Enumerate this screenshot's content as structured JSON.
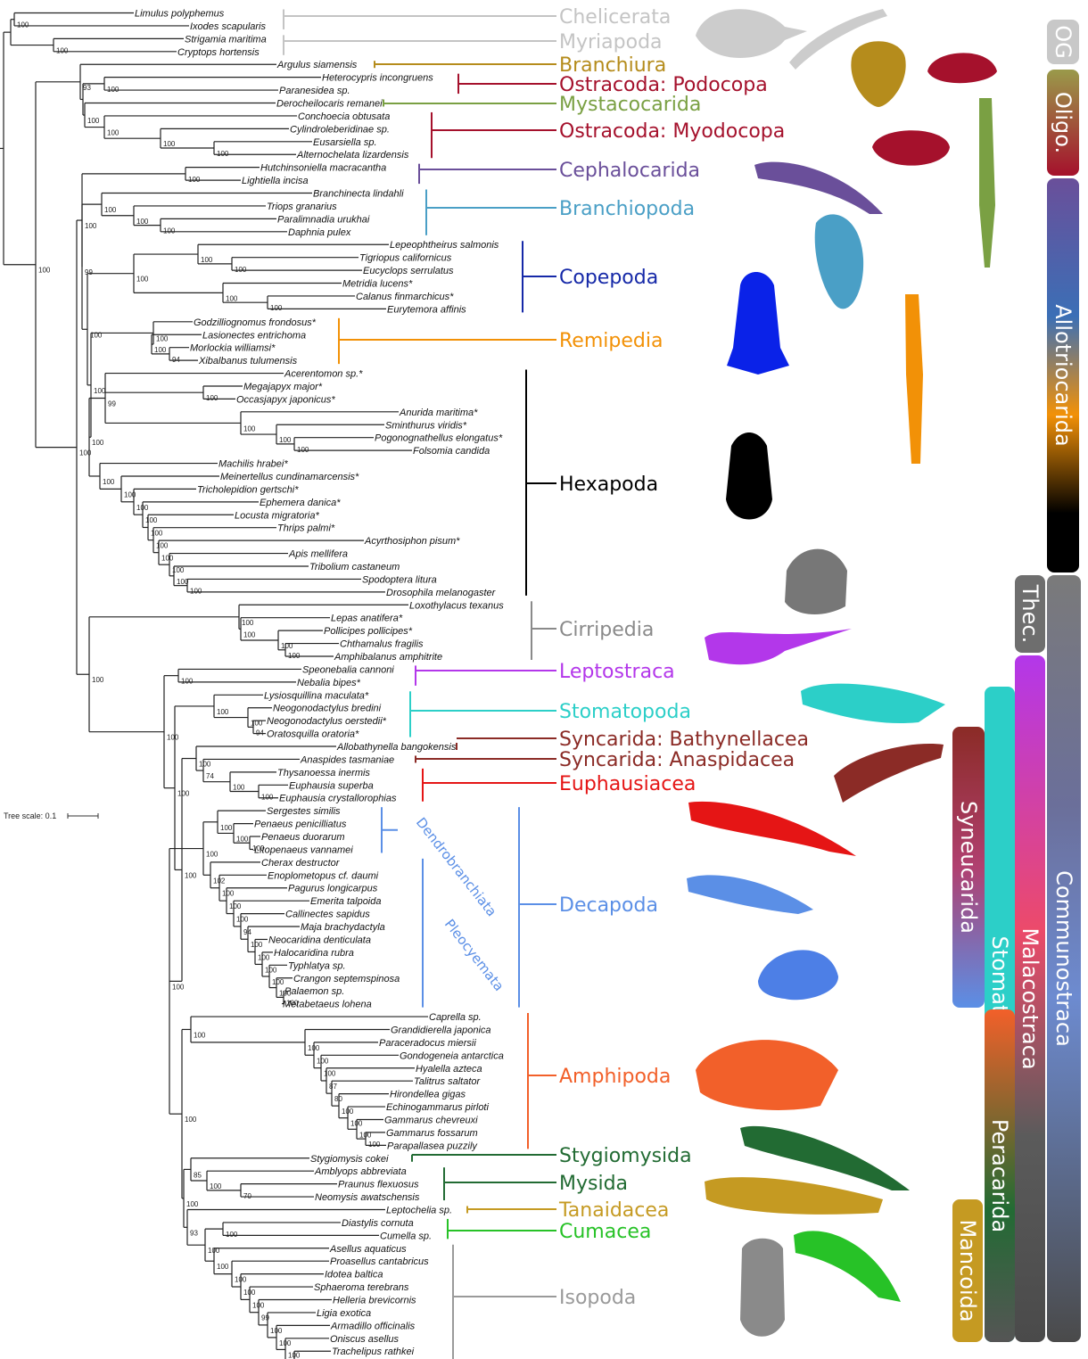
{
  "tree_scale_label": "Tree scale: 0.1",
  "taxa": [
    "Limulus polyphemus",
    "Ixodes scapularis",
    "Strigamia maritima",
    "Cryptops hortensis",
    "Argulus siamensis",
    "Heterocypris incongruens",
    "Paranesidea sp.",
    "Derocheilocaris remanei",
    "Conchoecia obtusata",
    "Cylindroleberidinae sp.",
    "Eusarsiella sp.",
    "Alternochelata lizardensis",
    "Hutchinsoniella macracantha",
    "Lightiella incisa",
    "Branchinecta lindahli",
    "Triops granarius",
    "Paralimnadia urukhai",
    "Daphnia pulex",
    "Lepeophtheirus salmonis",
    "Tigriopus californicus",
    "Eucyclops serrulatus",
    "Metridia lucens*",
    "Calanus finmarchicus*",
    "Eurytemora affinis",
    "Godzilliognomus frondosus*",
    "Lasionectes entrichoma",
    "Morlockia williamsi*",
    "Xibalbanus tulumensis",
    "Acerentomon sp.*",
    "Megajapyx major*",
    "Occasjapyx japonicus*",
    "Anurida maritima*",
    "Sminthurus viridis*",
    "Pogonognathellus elongatus*",
    "Folsomia candida",
    "Machilis hrabei*",
    "Meinertellus cundinamarcensis*",
    "Tricholepidion gertschi*",
    "Ephemera danica*",
    "Locusta migratoria*",
    "Thrips palmi*",
    "Acyrthosiphon pisum*",
    "Apis mellifera",
    "Tribolium castaneum",
    "Spodoptera litura",
    "Drosophila melanogaster",
    "Loxothylacus texanus",
    "Lepas anatifera*",
    "Pollicipes pollicipes*",
    "Chthamalus fragilis",
    "Amphibalanus amphitrite",
    "Speonebalia cannoni",
    "Nebalia bipes*",
    "Lysiosquillina maculata*",
    "Neogonodactylus bredini",
    "Neogonodactylus oerstedii*",
    "Oratosquilla oratoria*",
    "Allobathynella bangokensis",
    "Anaspides tasmaniae",
    "Thysanoessa inermis",
    "Euphausia superba",
    "Euphausia crystallorophias",
    "Sergestes similis",
    "Penaeus penicilliatus",
    "Penaeus duorarum",
    "Litopenaeus vannamei",
    "Cherax destructor",
    "Enoplometopus cf. daumi",
    "Pagurus longicarpus",
    "Emerita talpoida",
    "Callinectes sapidus",
    "Maja brachydactyla",
    "Neocaridina denticulata",
    "Halocaridina rubra",
    "Typhlatya sp.",
    "Crangon septemspinosa",
    "Palaemon sp.",
    "Metabetaeus lohena",
    "Caprella sp.",
    "Grandidierella japonica",
    "Paraceradocus miersii",
    "Gondogeneia antarctica",
    "Hyalella azteca",
    "Talitrus saltator",
    "Hirondellea gigas",
    "Echinogammarus pirloti",
    "Gammarus chevreuxi",
    "Gammarus fossarum",
    "Parapallasea puzzily",
    "Stygiomysis cokei",
    "Amblyops abbreviata",
    "Praunus flexuosus",
    "Neomysis awatschensis",
    "Leptochelia sp.",
    "Diastylis cornuta",
    "Cumella sp.",
    "Asellus aquaticus",
    "Proasellus cantabricus",
    "Idotea baltica",
    "Sphaeroma terebrans",
    "Helleria brevicornis",
    "Ligia exotica",
    "Armadillo officinalis",
    "Oniscus asellus",
    "Trachelipus rathkei"
  ],
  "clades": [
    {
      "name": "Chelicerata",
      "color": "#c4c4c4",
      "first": 0,
      "last": 1
    },
    {
      "name": "Myriapoda",
      "color": "#c4c4c4",
      "first": 2,
      "last": 3
    },
    {
      "name": "Branchiura",
      "color": "#b58c1c",
      "first": 4,
      "last": 4
    },
    {
      "name": "Ostracoda: Podocopa",
      "color": "#a5112c",
      "first": 5,
      "last": 6
    },
    {
      "name": "Mystacocarida",
      "color": "#7aa043",
      "first": 7,
      "last": 7
    },
    {
      "name": "Ostracoda: Myodocopa",
      "color": "#a5112c",
      "first": 8,
      "last": 11
    },
    {
      "name": "Cephalocarida",
      "color": "#6a4f9a",
      "first": 12,
      "last": 13
    },
    {
      "name": "Branchiopoda",
      "color": "#4a9fc6",
      "first": 14,
      "last": 17
    },
    {
      "name": "Copepoda",
      "color": "#1629a8",
      "first": 18,
      "last": 23
    },
    {
      "name": "Remipedia",
      "color": "#f29107",
      "first": 24,
      "last": 27
    },
    {
      "name": "Hexapoda",
      "color": "#000000",
      "first": 28,
      "last": 45
    },
    {
      "name": "Cirripedia",
      "color": "#8a8a8a",
      "first": 46,
      "last": 50
    },
    {
      "name": "Leptostraca",
      "color": "#b337ea",
      "first": 51,
      "last": 52
    },
    {
      "name": "Stomatopoda",
      "color": "#2ccfc8",
      "first": 53,
      "last": 56
    },
    {
      "name": "Syncarida: Bathynellacea",
      "color": "#8b2b26",
      "first": 57,
      "last": 57
    },
    {
      "name": "Syncarida: Anaspidacea",
      "color": "#8b2b26",
      "first": 58,
      "last": 58
    },
    {
      "name": "Euphausiacea",
      "color": "#e51515",
      "first": 59,
      "last": 61
    },
    {
      "name": "Decapoda",
      "color": "#5b8fe6",
      "first": 62,
      "last": 77
    },
    {
      "name": "Amphipoda",
      "color": "#f2602a",
      "first": 78,
      "last": 88
    },
    {
      "name": "Stygiomysida",
      "color": "#226b33",
      "first": 89,
      "last": 89
    },
    {
      "name": "Mysida",
      "color": "#226b33",
      "first": 90,
      "last": 92
    },
    {
      "name": "Tanaidacea",
      "color": "#c59a22",
      "first": 93,
      "last": 93
    },
    {
      "name": "Cumacea",
      "color": "#27c227",
      "first": 94,
      "last": 95
    },
    {
      "name": "Isopoda",
      "color": "#9a9a9a",
      "first": 96,
      "last": 106
    }
  ],
  "subclades": [
    {
      "name": "Dendrobranchiata",
      "color": "#5b8fe6",
      "first": 62,
      "last": 65
    },
    {
      "name": "Pleocyemata",
      "color": "#5b8fe6",
      "first": 66,
      "last": 77
    }
  ],
  "bars": [
    {
      "name": "OG",
      "color": "#c8c8c8",
      "text": "#111111",
      "first": 0,
      "last": 3,
      "col": 4
    },
    {
      "name": "Oligo.",
      "color": "oligo",
      "text": "#ffffff",
      "first": 4,
      "last": 11,
      "col": 4
    },
    {
      "name": "Allotriocarida",
      "color": "allo",
      "text": "#ffffff",
      "first": 12,
      "last": 45,
      "col": 4
    },
    {
      "name": "Communostraca",
      "color": "comm",
      "text": "#ffffff",
      "first": 46,
      "last": 106,
      "col": 4
    },
    {
      "name": "Thec.",
      "color": "#6e6e6e",
      "text": "#ffffff",
      "first": 46,
      "last": 50,
      "col": 3
    },
    {
      "name": "Malacostraca",
      "color": "mala",
      "text": "#ffffff",
      "first": 51,
      "last": 106,
      "col": 3
    },
    {
      "name": "Stomatocarida",
      "color": "#2ccfc8",
      "text": "#ffffff",
      "first": 53,
      "last": 106,
      "col": 2
    },
    {
      "name": "Syneucarida",
      "color": "syne",
      "text": "#ffffff",
      "first": 57,
      "last": 77,
      "col": 1
    },
    {
      "name": "Peracarida",
      "color": "pera",
      "text": "#ffffff",
      "first": 78,
      "last": 106,
      "col": 1
    },
    {
      "name": "Mancoida",
      "color": "#c59a22",
      "text": "#ffffff",
      "first": 94,
      "last": 106,
      "col": 0
    }
  ],
  "bootstrap": [
    "100",
    "93",
    "100",
    "100",
    "100",
    "100",
    "100",
    "100",
    "100",
    "99",
    "100",
    "94",
    "100",
    "74",
    "94",
    "87",
    "85",
    "93",
    "70",
    "80"
  ]
}
